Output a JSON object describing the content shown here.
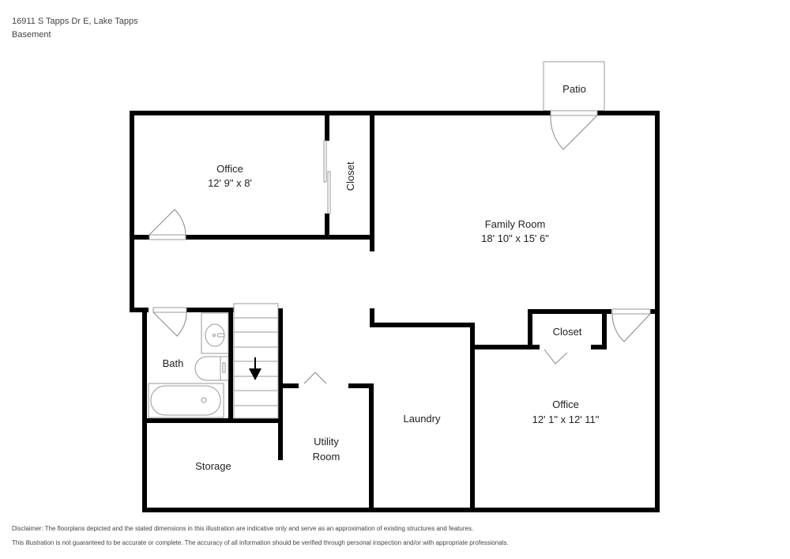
{
  "header": {
    "address": "16911 S Tapps Dr E, Lake Tapps",
    "floor": "Basement"
  },
  "rooms": {
    "office_1": {
      "name": "Office",
      "dimensions": "12' 9\" x 8'"
    },
    "closet_1": {
      "name": "Closet"
    },
    "patio": {
      "name": "Patio"
    },
    "family_room": {
      "name": "Family Room",
      "dimensions": "18' 10\" x 15' 6\""
    },
    "closet_2": {
      "name": "Closet"
    },
    "bath": {
      "name": "Bath"
    },
    "office_2": {
      "name": "Office",
      "dimensions": "12' 1\" x 12' 11\""
    },
    "laundry": {
      "name": "Laundry"
    },
    "utility": {
      "name_line1": "Utility",
      "name_line2": "Room"
    },
    "storage": {
      "name": "Storage"
    }
  },
  "icons": {
    "stairs_direction": "arrow-down-icon"
  },
  "disclaimer": {
    "line1": "Disclaimer: The floorplans depicted and the stated dimensions in this illustration are indicative only and serve as an approximation of existing structures and features.",
    "line2": "This illustration is not guaranteed to be accurate or complete. The accuracy of all information should be verified through personal inspection and/or with appropriate professionals."
  },
  "colors": {
    "wall": "#000000",
    "background": "#ffffff",
    "fixture_stroke": "#999999"
  }
}
